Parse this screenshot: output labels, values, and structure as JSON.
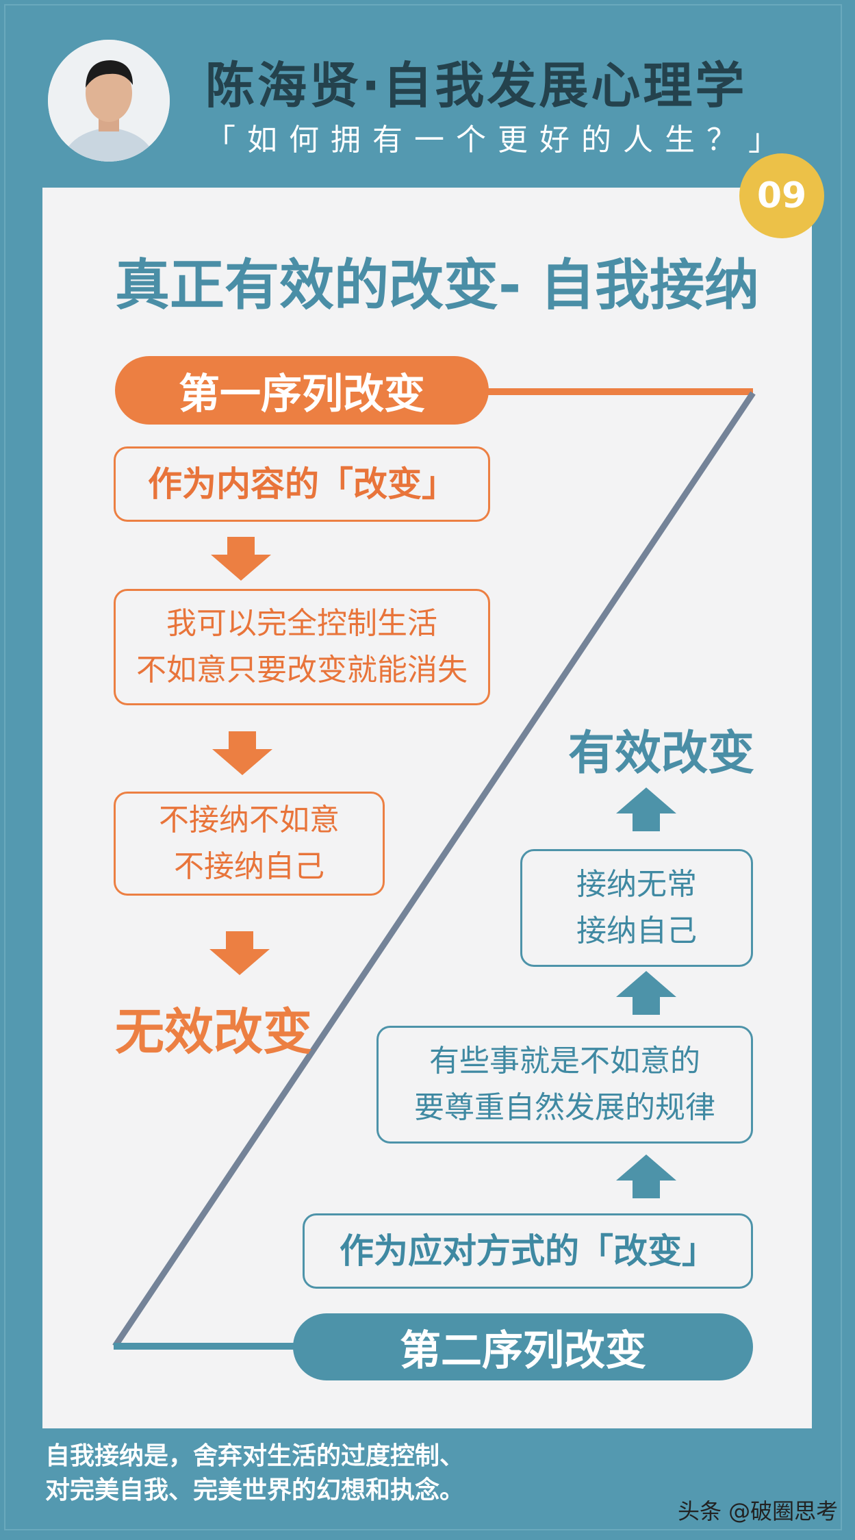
{
  "header": {
    "title": "陈海贤·自我发展心理学",
    "subtitle": "「如何拥有一个更好的人生？」"
  },
  "badge": "09",
  "section_title": "真正有效的改变- 自我接纳",
  "first_order": {
    "label": "第一序列改变",
    "content_box": "作为内容的「改变」",
    "belief_box": [
      "我可以完全控制生活",
      "不如意只要改变就能消失"
    ],
    "reject_box": [
      "不接纳不如意",
      "不接纳自己"
    ],
    "result": "无效改变"
  },
  "second_order": {
    "label": "第二序列改变",
    "coping_box": "作为应对方式的「改变」",
    "respect_box": [
      "有些事就是不如意的",
      "要尊重自然发展的规律"
    ],
    "accept_box": [
      "接纳无常",
      "接纳自己"
    ],
    "result": "有效改变"
  },
  "footer": [
    "自我接纳是，舍弃对生活的过度控制、",
    "对完美自我、完美世界的幻想和执念。"
  ],
  "watermark": "头条 @破圈思考",
  "colors": {
    "background": "#5499b0",
    "orange": "#ec7f42",
    "blue": "#4d93a9",
    "badge": "#ecc148",
    "zline": "#748398"
  }
}
